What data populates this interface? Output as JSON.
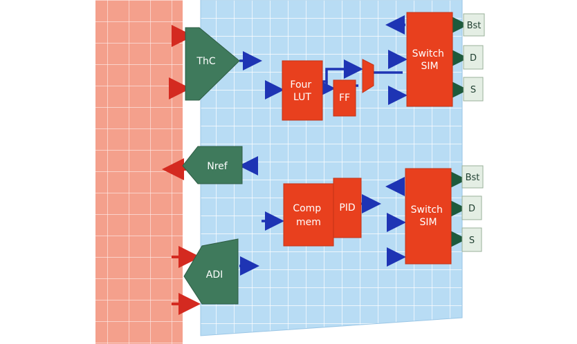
{
  "colors": {
    "left_panel": "#f4a08c",
    "blue_panel": "#b8dcf4",
    "grid_line": "#ffffff",
    "block_red": "#e8401e",
    "block_green": "#3f7a5c",
    "tag_fill": "#e4eee4",
    "arrow_blue": "#1e34b4",
    "arrow_red": "#d42a20",
    "arrow_green": "#1e5a3c"
  },
  "blocks": {
    "thc": "ThC",
    "nref": "Nref",
    "adi": "ADI",
    "four_lut": [
      "Four",
      "LUT"
    ],
    "ff": "FF",
    "switch_sim_top": [
      "Switch",
      "SIM"
    ],
    "comp_mem": [
      "Comp",
      "mem"
    ],
    "pid": "PID",
    "switch_sim_bottom": [
      "Switch",
      "SIM"
    ]
  },
  "tags": {
    "top": [
      "Bst",
      "D",
      "S"
    ],
    "bottom": [
      "Bst",
      "D",
      "S"
    ]
  }
}
